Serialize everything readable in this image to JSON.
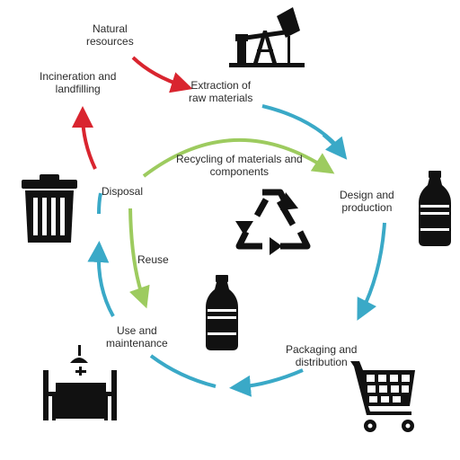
{
  "colors": {
    "blue": "#3aa9c7",
    "red": "#d9252f",
    "green": "#9dcb5f",
    "icon": "#111111",
    "text": "#2b2b2b"
  },
  "labels": {
    "natural_resources": [
      "Natural",
      "resources"
    ],
    "extraction": [
      "Extraction of",
      "raw materials"
    ],
    "incineration": [
      "Incineration and",
      "landfilling"
    ],
    "recycling": [
      "Recycling of materials and",
      "components"
    ],
    "disposal": "Disposal",
    "design": [
      "Design and",
      "production"
    ],
    "reuse": "Reuse",
    "use": [
      "Use and",
      "maintenance"
    ],
    "packaging": [
      "Packaging and",
      "distribution"
    ]
  },
  "icons": [
    "oil-pump-icon",
    "trash-bin-icon",
    "recycle-icon",
    "bottle-icon",
    "bottle-icon",
    "dining-table-icon",
    "shopping-cart-icon"
  ]
}
